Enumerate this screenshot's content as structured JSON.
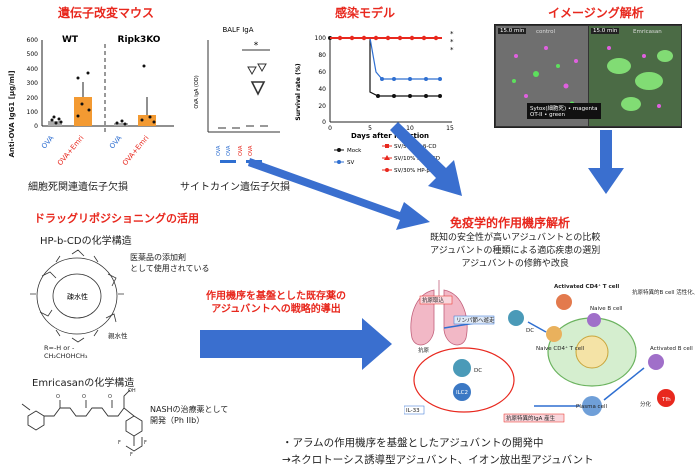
{
  "section_titles": {
    "gene_mouse": "遺伝子改変マウス",
    "infection": "感染モデル",
    "imaging": "イメージング解析",
    "drug_repositioning": "ドラッグリポジショニングの活用",
    "mechanism": "免疫学的作用機序解析"
  },
  "igg_chart": {
    "group_wt": "WT",
    "group_ripk": "Ripk3KO",
    "ylabel": "Anti-OVA IgG1 [μg/ml]",
    "yticks": [
      "0",
      "100",
      "200",
      "300",
      "400",
      "500",
      "600"
    ],
    "xticks": [
      "OVA",
      "OVA+Emri",
      "OVA",
      "OVA+Emri"
    ],
    "caption": "細胞死関連遺伝子欠損"
  },
  "balf_chart": {
    "title": "BALF IgA",
    "ylabel": "OVA IgA (OD)",
    "significance": "*",
    "caption": "サイトカイン遺伝子欠損"
  },
  "survival_chart": {
    "ylabel": "Survival rate (%)",
    "xlabel": "Days after infection",
    "yticks": [
      "0",
      "20",
      "40",
      "60",
      "80",
      "100"
    ],
    "xticks": [
      "0",
      "5",
      "10",
      "15"
    ],
    "legend": [
      "Mock",
      "SV",
      "SV/5% HP-β-CD",
      "SV/10% HP-β-CD",
      "SV/30% HP-β-CD"
    ],
    "marks": [
      "*",
      "*",
      "*"
    ]
  },
  "imaging_panel": {
    "label_left": "control",
    "label_right": "Emricasan",
    "scale_left": "15.0 min",
    "scale_right": "15.0 min",
    "legend": "Sytox(細胞死) • magenta",
    "legend2": "OT-II • green"
  },
  "hpbcd": {
    "heading": "HP-b-CDの化学構造",
    "note": "医薬品の添加剤\nとして使用されている",
    "hydrophobic": "疎水性",
    "hydrophilic": "親水性",
    "r_group": "R=-H or -\nCH₂CHOHCH₃"
  },
  "emricasan": {
    "heading": "Emricasanの化学構造",
    "note": "NASHの治療薬として\n開発（Ph IIb）"
  },
  "strategy_text": "作用機序を基盤とした既存薬の\nアジュバントへの戦略的導出",
  "mechanism_text": "既知の安全性が高いアジュバントとの比較\nアジュバントの種類による適応疾患の選別\nアジュバントの修飾や改良",
  "diagram_labels": {
    "antigen_uptake": "抗原取込",
    "lymph_migration": "リンパ節へ遊走",
    "activated_t": "Activated CD4⁺\nT cell",
    "naive_b": "Naive B\ncell",
    "naive_cd4": "Naive CD4⁺\nT cell",
    "dc": "DC",
    "antigen": "抗原",
    "dc2": "DC",
    "ilc2": "ILC2",
    "il33": "IL-33",
    "antibody": "抗原特異的IgA 産生",
    "plasma": "Plasma cell",
    "bspecific": "抗原特異的B cell\n活性化、増殖",
    "activated_b": "Activated\nB cell",
    "tfh": "Tfh",
    "diff": "分化"
  },
  "bottom_text": {
    "line1": "・アラムの作用機序を基盤としたアジュバントの開発中",
    "line2": "→ネクロトーシス誘導型アジュバント、イオン放出型アジュバント"
  },
  "colors": {
    "red": "#e8281e",
    "blue": "#2f6fd1",
    "orange": "#f39a32"
  }
}
